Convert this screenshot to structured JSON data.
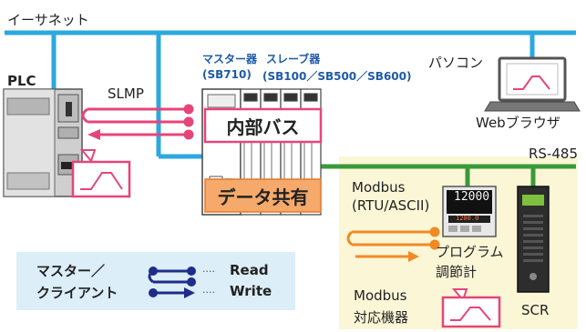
{
  "labels": {
    "ethernet": "イーサネット",
    "plc": "PLC",
    "slmp": "SLMP",
    "master_device": "マスター器",
    "master_model": "(SB710)",
    "slave_device": "スレーブ器",
    "slave_models": "(SB100／SB500／SB600)",
    "internal_bus": "内部バス",
    "data_sharing": "データ共有",
    "pc": "パソコン",
    "web_browser": "Webブラウザ",
    "rs485": "RS-485",
    "modbus_rtu_line1": "Modbus",
    "modbus_rtu_line2": "(RTU/ASCII)",
    "program_controller_line1": "プログラム",
    "program_controller_line2": "調節計",
    "scr": "SCR",
    "modbus_device_line1": "Modbus",
    "modbus_device_line2": "対応機器"
  },
  "legend": {
    "client_line1": "マスター／",
    "client_line2": "クライアント",
    "read": "Read",
    "write": "Write",
    "dots": "····"
  },
  "controller_display": {
    "pv": "12000",
    "sv": "1200.0"
  },
  "colors": {
    "ethernet_line": "#2ba8e0",
    "rs485_line": "#3a9a3a",
    "read_arrow": "#e6457a",
    "write_arrow": "#f08a24",
    "data_box_fill": "#f5a96a",
    "bus_box_border": "#e6457a",
    "field_area_fill": "#fbf6d6",
    "legend_fill": "#dceef8"
  }
}
